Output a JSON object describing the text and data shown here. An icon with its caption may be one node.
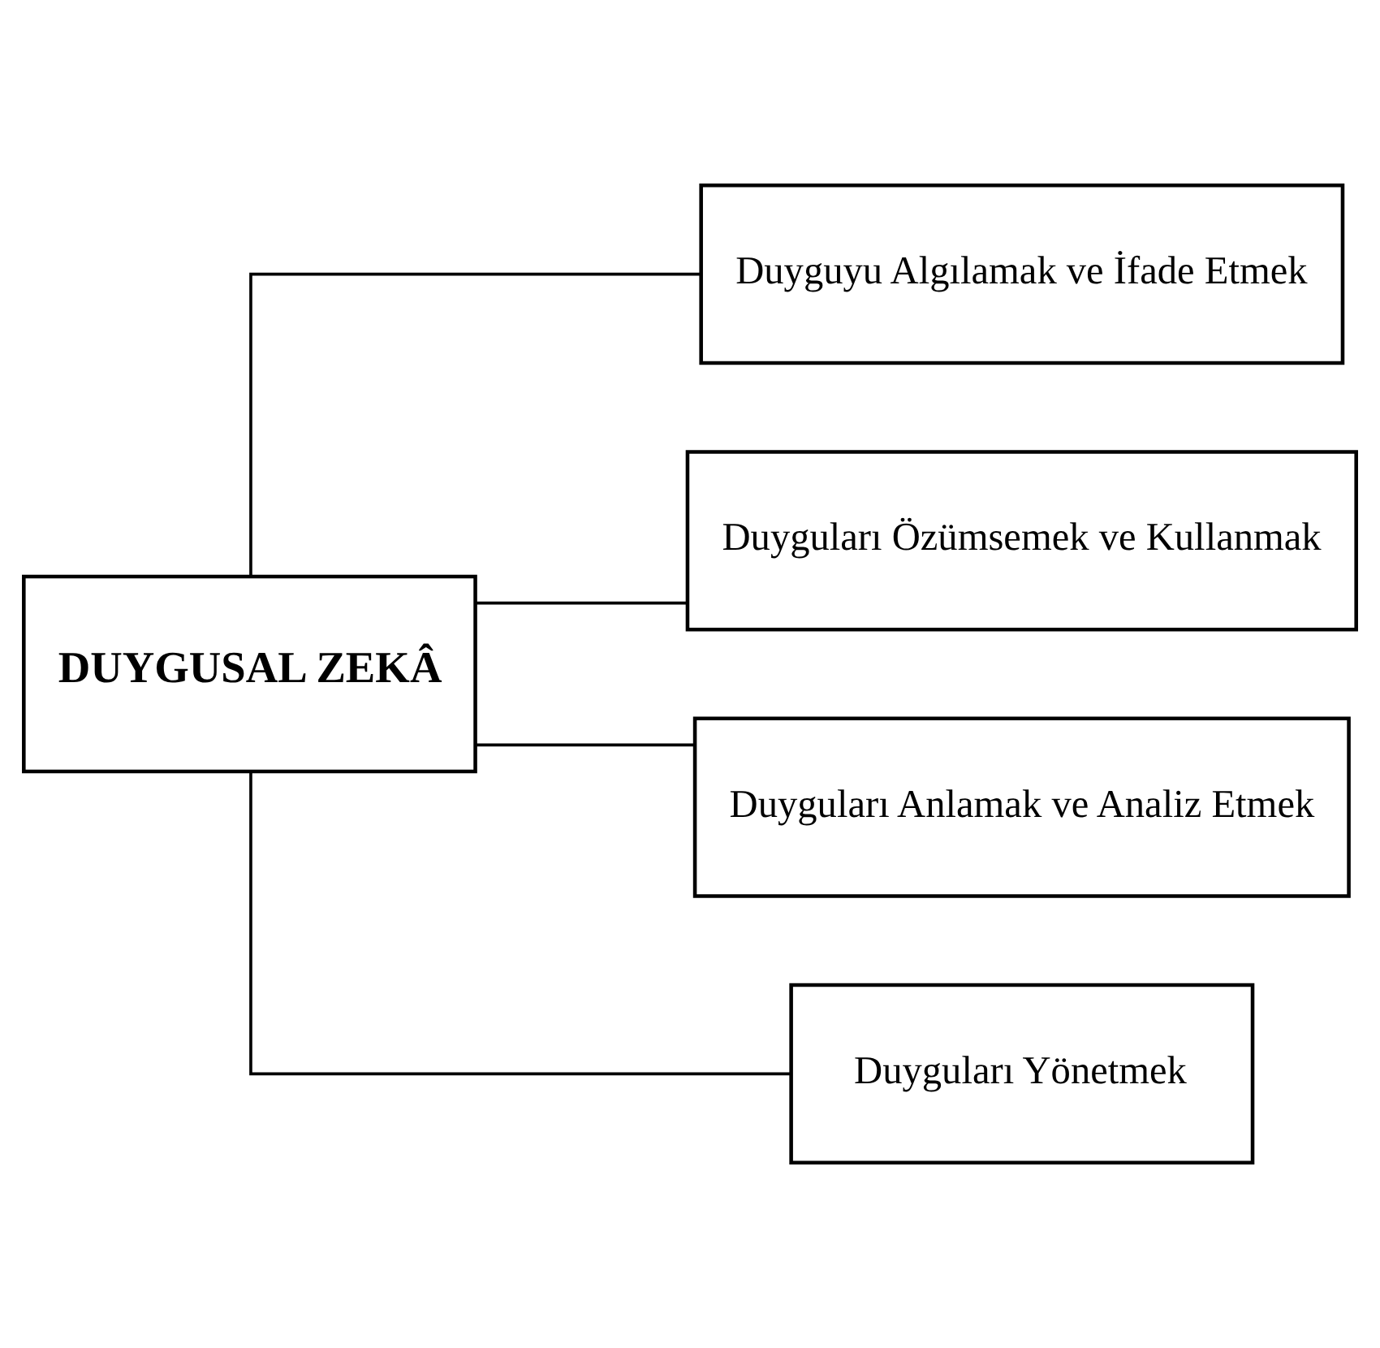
{
  "diagram": {
    "nodes": [
      {
        "text": [
          "DUYGUSAL ZEKÂ"
        ]
      },
      {
        "text": [
          "Duyguyu Algılamak ve İfade Etmek"
        ]
      },
      {
        "text": [
          "Duyguları Özümsemek ve Kullanmak"
        ]
      },
      {
        "text": [
          "Duyguları Anlamak ve Analiz Etmek"
        ]
      },
      {
        "text": [
          "Duyguları Yönetmek"
        ]
      }
    ],
    "edges": [
      {
        "from": 0,
        "to": 1,
        "arrow": "none"
      },
      {
        "from": 0,
        "to": 2,
        "arrow": "none"
      },
      {
        "from": 0,
        "to": 3,
        "arrow": "none"
      },
      {
        "from": 0,
        "to": 4,
        "arrow": "none"
      }
    ]
  }
}
